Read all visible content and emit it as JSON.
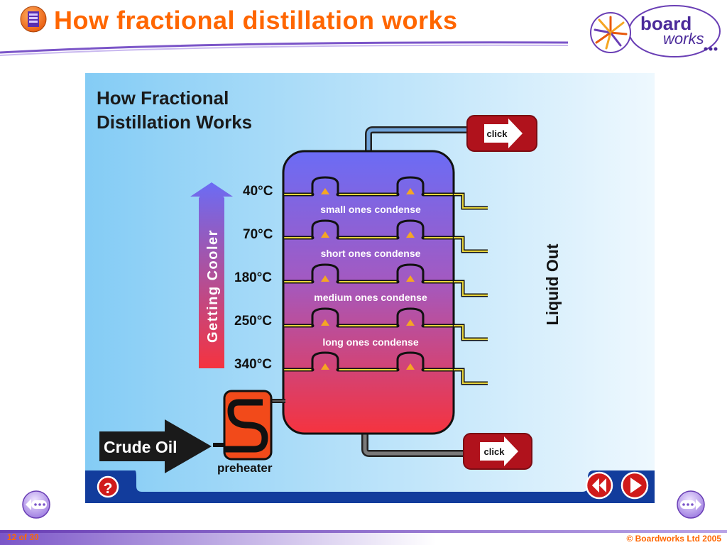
{
  "slide": {
    "title": "How fractional distillation works",
    "page_indicator": "12 of 30",
    "copyright": "© Boardworks Ltd 2005"
  },
  "logo": {
    "line1": "board",
    "line2": "works"
  },
  "diagram": {
    "heading_line1": "How Fractional",
    "heading_line2": "Distillation Works",
    "gradient_label": "Getting Cooler",
    "temperatures": [
      "40°C",
      "70°C",
      "180°C",
      "250°C",
      "340°C"
    ],
    "fractions": [
      "small ones condense",
      "short ones condense",
      "medium ones condense",
      "long ones condense"
    ],
    "liquid_out": "Liquid Out",
    "click_top": "click",
    "click_bottom": "click",
    "crude_oil": "Crude Oil",
    "preheater": "preheater",
    "help": "?"
  },
  "colors": {
    "title": "#ff6600",
    "column_top": "#6b6cf5",
    "column_bottom": "#f5333f",
    "button_red": "#b0121c",
    "panel_bg_left": "#84ccf5",
    "panel_bg_right": "#eef8fe"
  },
  "icons": [
    "book-icon",
    "sunburst-logo-icon",
    "rewind-icon",
    "play-icon",
    "previous-slide-icon",
    "next-slide-icon",
    "help-icon"
  ]
}
